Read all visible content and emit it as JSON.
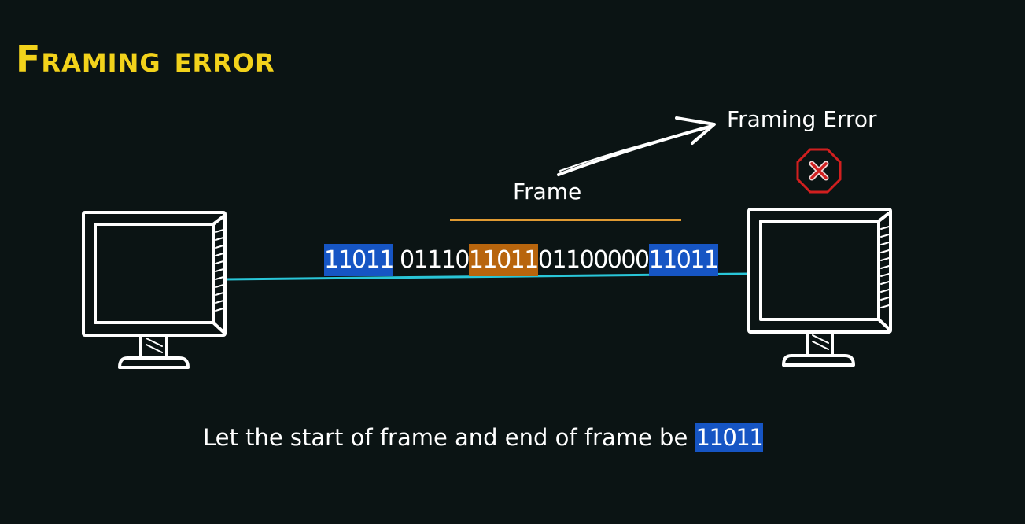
{
  "title": "Framing error",
  "error_label": "Framing Error",
  "frame_label": "Frame",
  "bitstream": {
    "flag_start": "11011",
    "gap": " ",
    "payload_a": "01110",
    "fake_flag": "11011",
    "payload_b": "01100000",
    "flag_end": "11011"
  },
  "caption": {
    "text": "Let the start of frame and end of frame be ",
    "flag": "11011"
  },
  "icons": {
    "sender": "monitor-icon",
    "receiver": "monitor-icon",
    "error": "error-octagon-icon",
    "arrow": "arrow-icon"
  },
  "colors": {
    "title": "#f2d21b",
    "flag_highlight": "#1655c4",
    "fake_flag_highlight": "#b8650d",
    "frame_bracket": "#e09a32",
    "link_line": "#29c6d8",
    "error_icon": "#d11f1f"
  }
}
